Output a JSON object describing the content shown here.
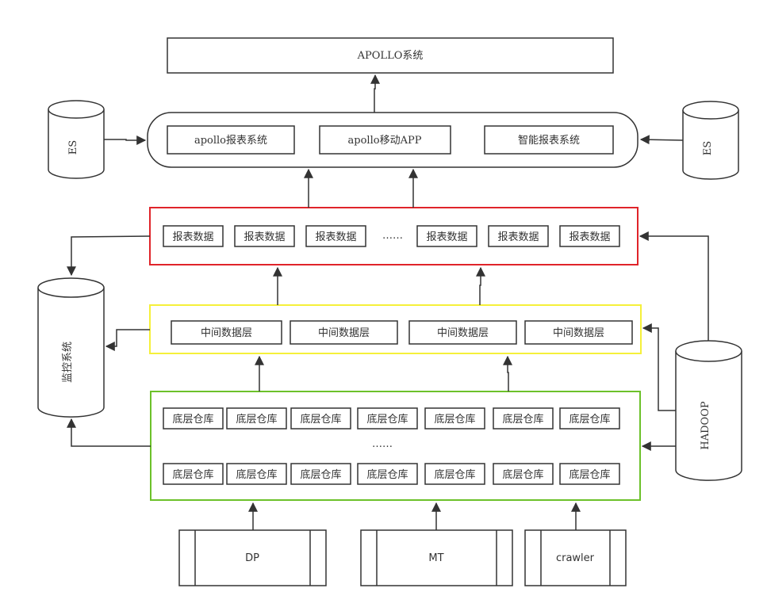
{
  "apollo_system": {
    "label": "APOLLO系统"
  },
  "apps": {
    "items": [
      "apollo报表系统",
      "apollo移动APP",
      "智能报表系统"
    ]
  },
  "es_left": {
    "label": "ES"
  },
  "es_right": {
    "label": "ES"
  },
  "report_layer": {
    "items": [
      "报表数据",
      "报表数据",
      "报表数据",
      "……",
      "报表数据",
      "报表数据",
      "报表数据"
    ],
    "color": "#e0242a"
  },
  "middle_layer": {
    "items": [
      "中间数据层",
      "中间数据层",
      "中间数据层",
      "中间数据层"
    ],
    "color": "#f5f03a"
  },
  "base_layer": {
    "row1": [
      "底层仓库",
      "底层仓库",
      "底层仓库",
      "底层仓库",
      "底层仓库",
      "底层仓库",
      "底层仓库"
    ],
    "ellipsis": "……",
    "row2": [
      "底层仓库",
      "底层仓库",
      "底层仓库",
      "底层仓库",
      "底层仓库",
      "底层仓库",
      "底层仓库"
    ],
    "color": "#6cc12a"
  },
  "monitor": {
    "label": "监控系统"
  },
  "hadoop": {
    "label": "HADOOP"
  },
  "sources": [
    "DP",
    "MT",
    "crawler"
  ]
}
